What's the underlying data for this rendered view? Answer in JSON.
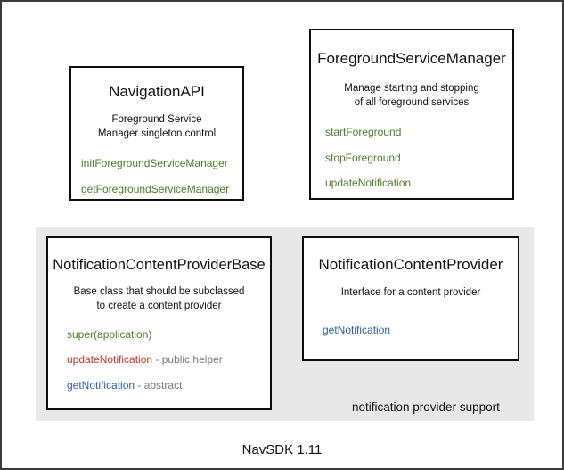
{
  "diagram": {
    "footer_title": "NavSDK 1.11",
    "panel": {
      "label": "notification provider support",
      "bg_color": "#e8e8e8"
    },
    "colors": {
      "green": "#4d7c2a",
      "red": "#c0392b",
      "blue": "#2b5fa8",
      "gray_note": "#7a7a7a",
      "border": "#0d0d0d",
      "outer_border": "#3a3a3a"
    },
    "cards": [
      {
        "id": "navigation-api",
        "title": "NavigationAPI",
        "description": "Foreground Service\nManager singleton control",
        "members": [
          {
            "name": "initForegroundServiceManager",
            "color": "green",
            "note": ""
          },
          {
            "name": "getForegroundServiceManager",
            "color": "green",
            "note": ""
          }
        ]
      },
      {
        "id": "foreground-service-manager",
        "title": "ForegroundServiceManager",
        "description": "Manage starting and stopping\nof all foreground services",
        "members": [
          {
            "name": "startForeground",
            "color": "green",
            "note": ""
          },
          {
            "name": "stopForeground",
            "color": "green",
            "note": ""
          },
          {
            "name": "updateNotification",
            "color": "green",
            "note": ""
          }
        ]
      },
      {
        "id": "notification-content-provider-base",
        "title": "NotificationContentProviderBase",
        "description": "Base class that should be subclassed\nto create a content provider",
        "members": [
          {
            "name": "super(application)",
            "color": "green",
            "note": ""
          },
          {
            "name": "updateNotification",
            "color": "red",
            "note": " - public helper"
          },
          {
            "name": "getNotification",
            "color": "blue",
            "note": " - abstract"
          }
        ]
      },
      {
        "id": "notification-content-provider",
        "title": "NotificationContentProvider",
        "description": "Interface for a content provider",
        "members": [
          {
            "name": "getNotification",
            "color": "blue",
            "note": ""
          }
        ]
      }
    ]
  }
}
